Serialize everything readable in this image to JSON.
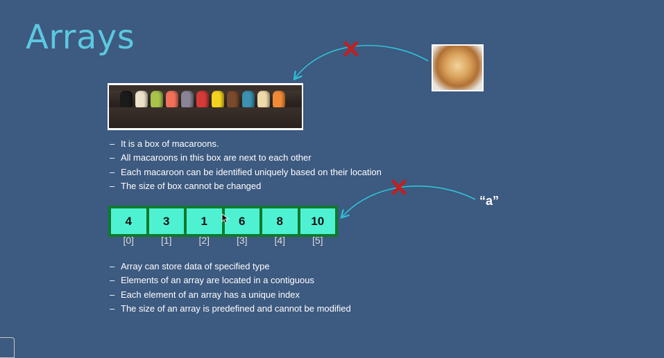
{
  "title": "Arrays",
  "macaroon_bullets": [
    "It is a box of macaroons.",
    "All macaroons in this box are next to each other",
    "Each macaroon can be identified uniquely based on their location",
    "The size of box cannot be changed"
  ],
  "array_values": [
    "4",
    "3",
    "1",
    "6",
    "8",
    "10"
  ],
  "array_indices": [
    "[0]",
    "[1]",
    "[2]",
    "[3]",
    "[4]",
    "[5]"
  ],
  "string_literal": "“a”",
  "array_bullets": [
    "Array can store data of specified type",
    "Elements of an array are located in a contiguous",
    "Each element of an array has a unique index",
    "The size of an array is predefined and cannot be modified"
  ],
  "colors": {
    "background": "#3d5a80",
    "title": "#5cc8e0",
    "array_cell": "#4ef2d2",
    "array_border": "#0e7a2c",
    "arrow": "#2ec4d6",
    "cross": "#c41e1e"
  },
  "icons": [
    "cross-icon",
    "arrow-icon"
  ]
}
